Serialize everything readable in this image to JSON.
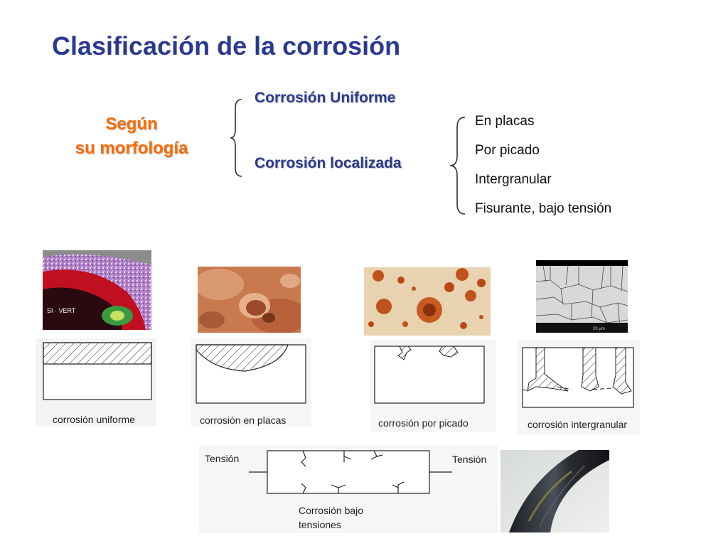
{
  "title": "Clasificación de la corrosión",
  "category": {
    "line1": "Según",
    "line2": "su morfología"
  },
  "branches": {
    "uniform": "Corrosión Uniforme",
    "localized": "Corrosión localizada"
  },
  "localized_types": [
    "En placas",
    "Por picado",
    "Intergranular",
    "Fisurante, bajo tensión"
  ],
  "photo_texts": {
    "uniform_overlay": "SI · VERT",
    "micrograph_scale": "20 µm"
  },
  "schematics": {
    "uniform": "corrosión uniforme",
    "plates": "corrosión en placas",
    "pitting": "corrosión por picado",
    "intergranular": "corrosión intergranular",
    "stress": {
      "left": "Tensión",
      "right": "Tensión",
      "caption_line1": "Corrosión bajo",
      "caption_line2": "tensiones"
    }
  },
  "colors": {
    "title": "#2b3a8f",
    "category": "#ff6a00",
    "branch": "#2b3a8f"
  }
}
